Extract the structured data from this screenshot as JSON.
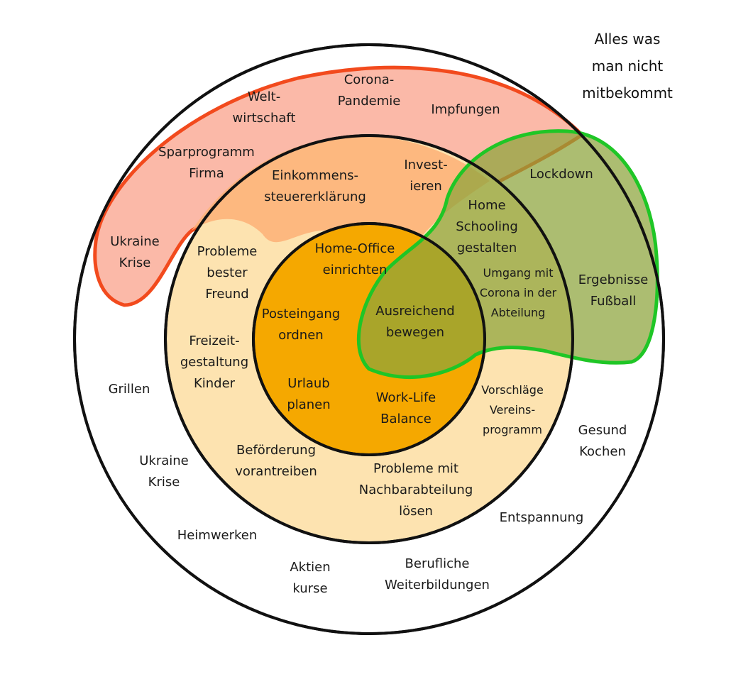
{
  "colors": {
    "outer_ring": "#ffffff",
    "concern_ring": "#fde3b0",
    "influence_ring": "#f5a800",
    "red_region": "#fbb9a8",
    "red_outline": "#f24a1d",
    "green_region": "#9bb24a",
    "green_outline": "#1fc626",
    "outline": "#111111"
  },
  "corner_note": [
    "Alles was",
    "man nicht",
    "mitbekommt"
  ],
  "labels": {
    "weltwirtschaft": [
      "Welt-",
      "wirtschaft"
    ],
    "corona_pandemie": [
      "Corona-",
      "Pandemie"
    ],
    "impfungen": [
      "Impfungen"
    ],
    "sparprogramm": [
      "Sparprogramm",
      "Firma"
    ],
    "einkommens": [
      "Einkommens-",
      "steuererklärung"
    ],
    "investieren": [
      "Invest-",
      "ieren"
    ],
    "lockdown": [
      "Lockdown"
    ],
    "ukraine_top": [
      "Ukraine",
      "Krise"
    ],
    "probleme_freund": [
      "Probleme",
      "bester",
      "Freund"
    ],
    "home_office": [
      "Home-Office",
      "einrichten"
    ],
    "home_schooling": [
      "Home",
      "Schooling",
      "gestalten"
    ],
    "umgang_corona": [
      "Umgang mit",
      "Corona in der",
      "Abteilung"
    ],
    "ergebnisse": [
      "Ergebnisse",
      "Fußball"
    ],
    "posteingang": [
      "Posteingang",
      "ordnen"
    ],
    "ausreichend": [
      "Ausreichend",
      "bewegen"
    ],
    "freizeit": [
      "Freizeit-",
      "gestaltung",
      "Kinder"
    ],
    "urlaub": [
      "Urlaub",
      "planen"
    ],
    "work_life": [
      "Work-Life",
      "Balance"
    ],
    "vorschlaege": [
      "Vorschläge",
      "Vereins-",
      "programm"
    ],
    "grillen": [
      "Grillen"
    ],
    "befoerderung": [
      "Beförderung",
      "vorantreiben"
    ],
    "nachbar": [
      "Probleme mit",
      "Nachbarabteilung",
      "lösen"
    ],
    "ukraine_bottom": [
      "Ukraine",
      "Krise"
    ],
    "gesund": [
      "Gesund",
      "Kochen"
    ],
    "entspannung": [
      "Entspannung"
    ],
    "heimwerken": [
      "Heimwerken"
    ],
    "aktien": [
      "Aktien",
      "kurse"
    ],
    "weiterbildung": [
      "Berufliche",
      "Weiterbildungen"
    ]
  }
}
